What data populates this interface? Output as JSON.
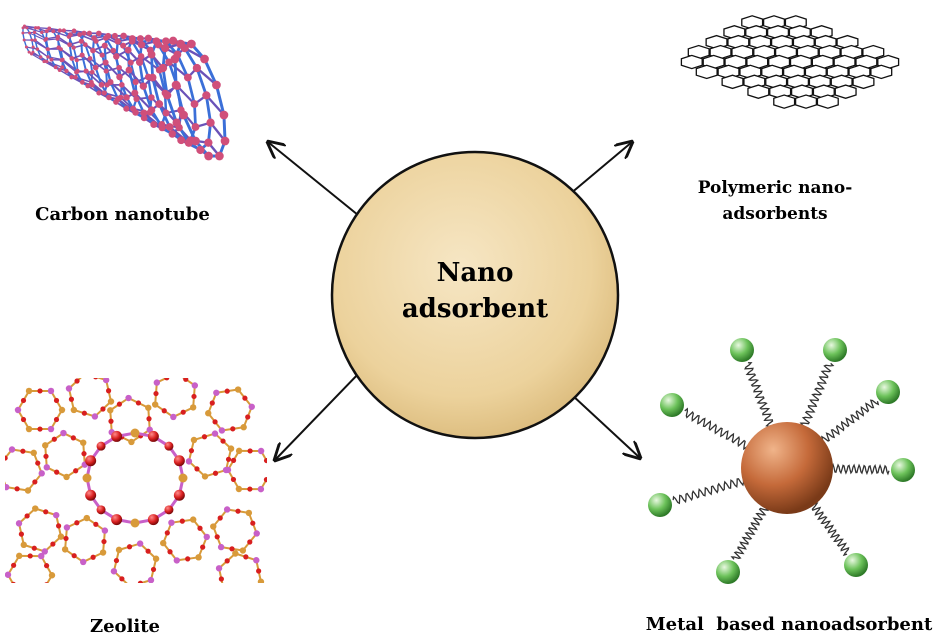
{
  "center": {
    "line1": "Nano",
    "line2": "adsorbent"
  },
  "categories": [
    {
      "id": "carbon-nanotube",
      "label": "Carbon nanotube"
    },
    {
      "id": "polymeric",
      "label_line1": "Polymeric nano-",
      "label_line2": "adsorbents"
    },
    {
      "id": "zeolite",
      "label": "Zeolite"
    },
    {
      "id": "metal",
      "label": "Metal  based nanoadsorbent"
    }
  ],
  "colors": {
    "center_fill": "#f0d9a8",
    "center_stroke": "#111111",
    "nanotube_bond": "#3b6fd8",
    "nanotube_atom": "#d04f7a",
    "zeolite_oxygen": "#d81f1f",
    "zeolite_silicon": "#d89a3a",
    "zeolite_pink": "#c860c8",
    "metal_core": "#c56a3a",
    "metal_ligand": "#5ab84a"
  }
}
